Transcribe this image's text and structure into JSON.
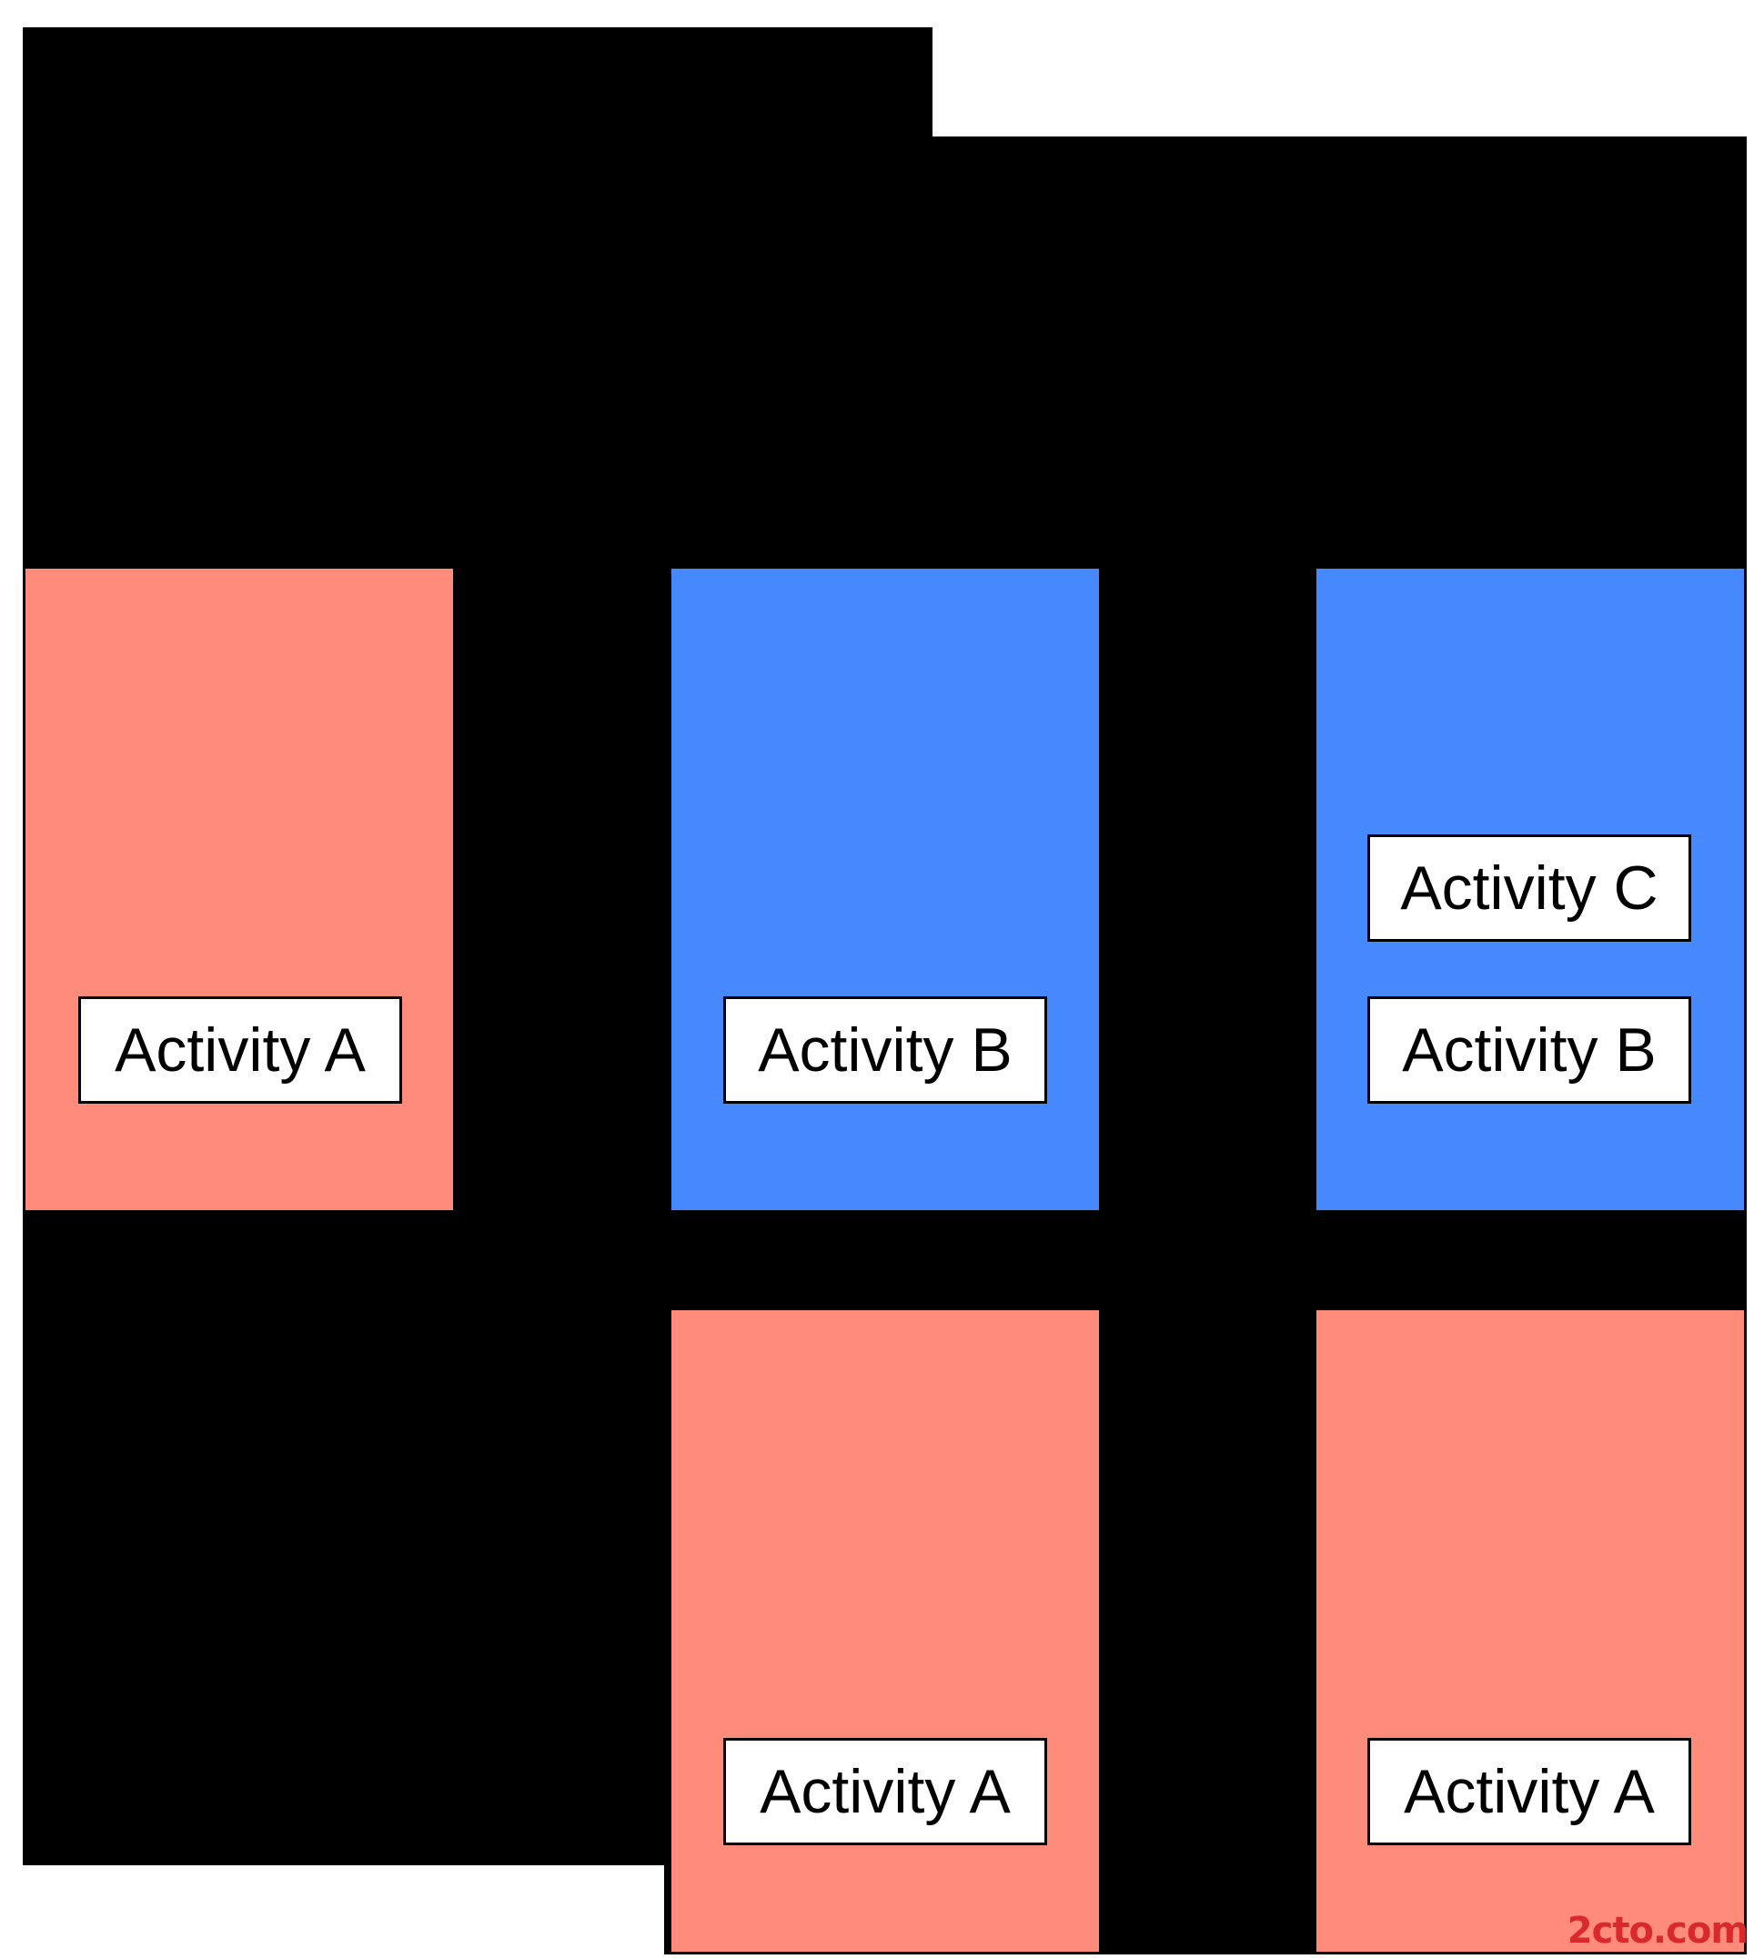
{
  "colors": {
    "task_red": "#FF8C7A",
    "task_blue": "#4689FE",
    "background": "#000000",
    "watermark": "#D82A2A"
  },
  "stacks": {
    "left": {
      "activity_a": "Activity A"
    },
    "middle_top": {
      "activity_b": "Activity B"
    },
    "middle_bottom": {
      "activity_a": "Activity A"
    },
    "right_top": {
      "activity_c": "Activity C",
      "activity_b": "Activity B"
    },
    "right_bottom": {
      "activity_a": "Activity A"
    }
  },
  "watermark": {
    "text": "2cto.com"
  }
}
